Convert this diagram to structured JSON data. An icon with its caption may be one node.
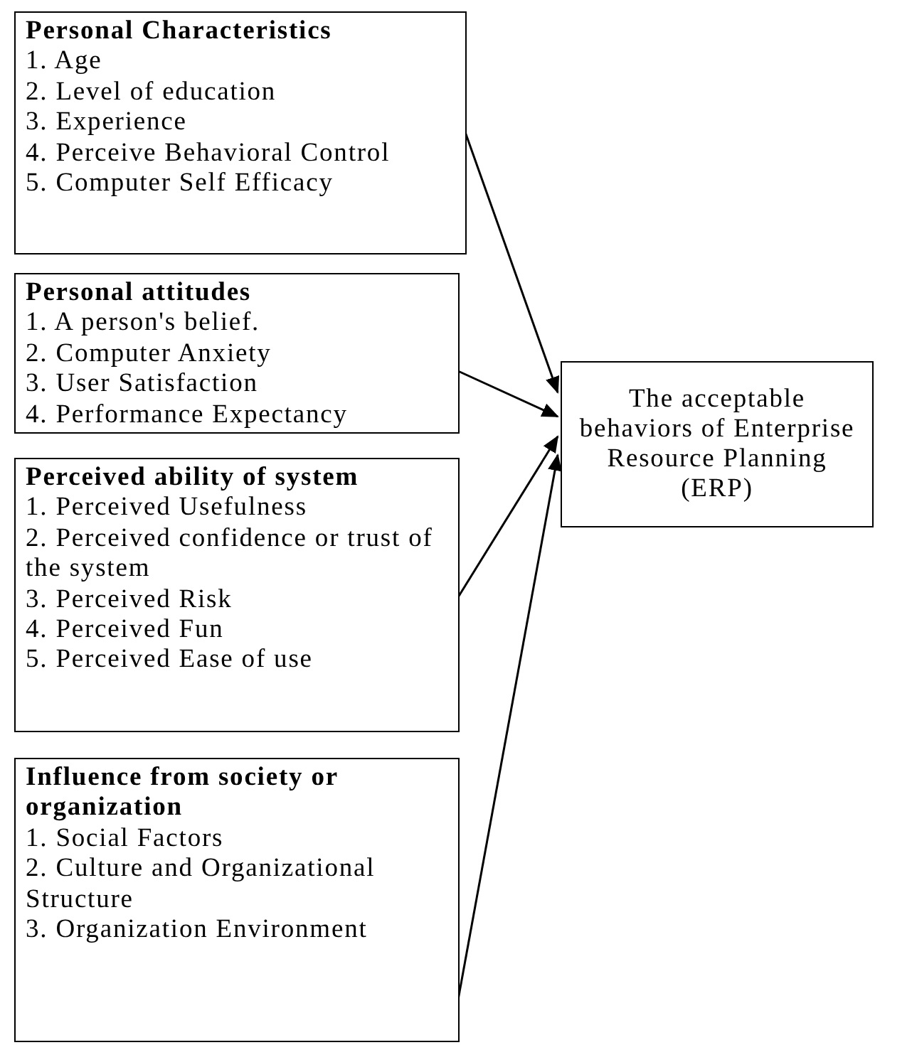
{
  "diagram": {
    "nodes": [
      {
        "text": [
          "Personal Characteristics",
          "1. Age",
          "2. Level of education",
          "3. Experience",
          "4. Perceive Behavioral Control",
          "5. Computer Self Efficacy"
        ]
      },
      {
        "text": [
          "Personal attitudes",
          "1. A person's belief.",
          "2. Computer Anxiety",
          "3. User Satisfaction",
          "4. Performance Expectancy"
        ]
      },
      {
        "text": [
          "Perceived ability of system",
          "1. Perceived Usefulness",
          "2. Perceived confidence or trust of the system",
          "3. Perceived Risk",
          "4. Perceived Fun",
          "5. Perceived Ease of use"
        ]
      },
      {
        "text": [
          "Influence from society or organization",
          "1. Social Factors",
          "2. Culture and Organizational Structure",
          "3. Organization Environment"
        ]
      },
      {
        "text": [
          "The acceptable behaviors of Enterprise Resource Planning (ERP)"
        ]
      }
    ],
    "edges": [
      {
        "from": 0,
        "to": 4,
        "arrow": "to"
      },
      {
        "from": 1,
        "to": 4,
        "arrow": "to"
      },
      {
        "from": 2,
        "to": 4,
        "arrow": "to"
      },
      {
        "from": 3,
        "to": 4,
        "arrow": "to"
      }
    ]
  }
}
